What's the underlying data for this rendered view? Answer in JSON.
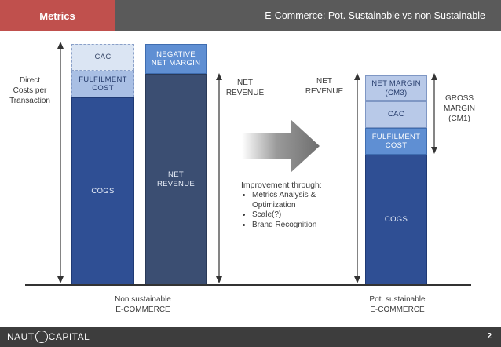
{
  "header": {
    "tag": "Metrics",
    "subtitle": "E-Commerce: Pot. Sustainable vs non Sustainable"
  },
  "left_axis_label": "Direct\nCosts per\nTransaction",
  "non_sustainable": {
    "cac": "CAC",
    "fulfilment": "FULFILMENT\nCOST",
    "cogs": "COGS",
    "negative_net_margin": "NEGATIVE\nNET MARGIN",
    "net_revenue_bar": "NET\nREVENUE",
    "net_revenue_label": "NET\nREVENUE",
    "caption": "Non sustainable\nE-COMMERCE"
  },
  "improvement": {
    "title": "Improvement through:",
    "items": [
      "Metrics Analysis &\nOptimization",
      "Scale(?)",
      "Brand Recognition"
    ]
  },
  "sustainable": {
    "net_revenue_label": "NET\nREVENUE",
    "net_margin": "NET MARGIN\n(CM3)",
    "cac": "CAC",
    "fulfilment": "FULFILMENT\nCOST",
    "cogs": "COGS",
    "gross_margin": "GROSS\nMARGIN\n(CM1)",
    "caption": "Pot. sustainable\nE-COMMERCE"
  },
  "footer": {
    "logo_left": "NAUT",
    "logo_right": "CAPITAL",
    "page": "2"
  },
  "colors": {
    "header_bg": "#5a5a5a",
    "tag_red": "#c0504d",
    "cogs_blue": "#2f4f94",
    "net_revenue_navy": "#3b4e72",
    "light_blue": "#b8c9e8",
    "accent_blue": "#5f8fd3"
  }
}
